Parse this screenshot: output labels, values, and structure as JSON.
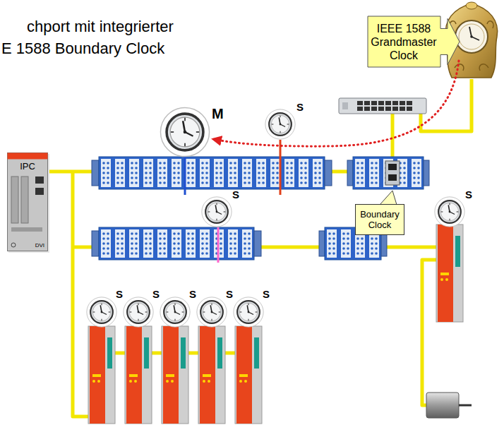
{
  "diagram": {
    "title": "chport mit integrierter E 1588 Boundary Clock",
    "nodes": [
      {
        "text": [
          "IEEE 1588 Grandmaster Clock"
        ]
      },
      {
        "text": [
          "IPC",
          "DVI"
        ]
      },
      {
        "text": [
          "Boundary Clock"
        ]
      }
    ],
    "labels": [
      "M",
      "S",
      "S",
      "S",
      "S",
      "S",
      "S",
      "S",
      "S"
    ]
  }
}
